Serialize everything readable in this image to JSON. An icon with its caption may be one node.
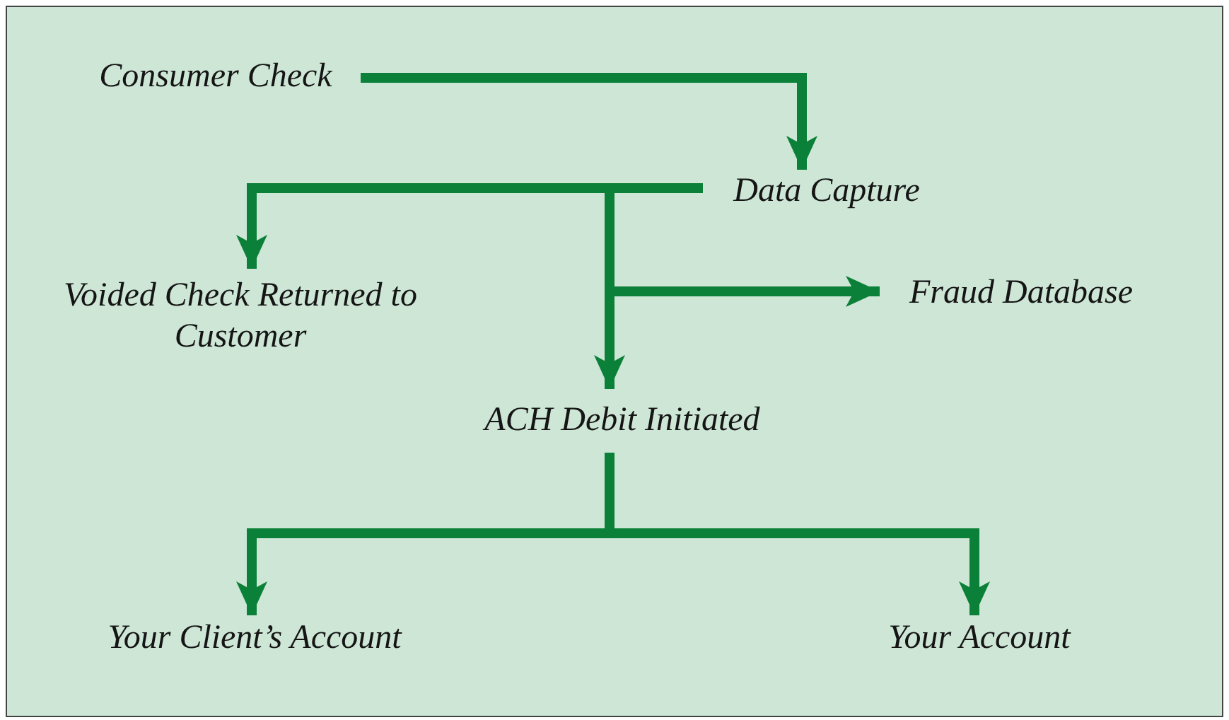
{
  "diagram": {
    "nodes": [
      {
        "text": [
          "Consumer Check"
        ]
      },
      {
        "text": [
          "Data Capture"
        ]
      },
      {
        "text": [
          "Voided Check Returned to Customer"
        ]
      },
      {
        "text": [
          "Fraud Database"
        ]
      },
      {
        "text": [
          "ACH Debit Initiated"
        ]
      },
      {
        "text": [
          "Your Client’s Account"
        ]
      },
      {
        "text": [
          "Your Account"
        ]
      }
    ],
    "edges": [
      {
        "from": 0,
        "to": 1,
        "arrow": "to"
      },
      {
        "from": 1,
        "to": 2,
        "arrow": "to"
      },
      {
        "from": 1,
        "to": 3,
        "arrow": "to"
      },
      {
        "from": 1,
        "to": 4,
        "arrow": "to"
      },
      {
        "from": 4,
        "to": 5,
        "arrow": "to"
      },
      {
        "from": 4,
        "to": 6,
        "arrow": "to"
      }
    ]
  }
}
